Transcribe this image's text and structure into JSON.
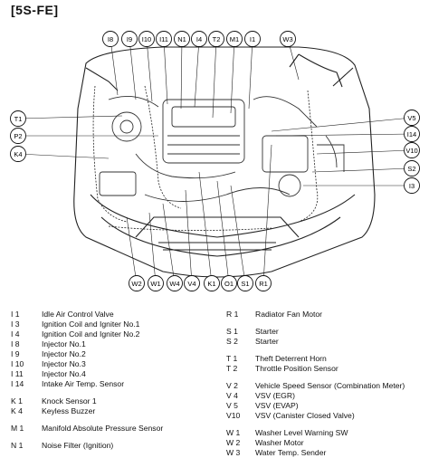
{
  "title": "[5S-FE]",
  "callouts_top": [
    "I8",
    "I9",
    "I10",
    "I11",
    "N1",
    "I4",
    "T2",
    "M1",
    "I1",
    "W3"
  ],
  "callouts_left": [
    "T1",
    "P2",
    "K4"
  ],
  "callouts_right": [
    "V5",
    "I14",
    "V10",
    "S2",
    "I3"
  ],
  "callouts_bottom": [
    "W2",
    "W1",
    "W4",
    "V4",
    "K1",
    "O1",
    "S1",
    "R1"
  ],
  "legend_left": [
    {
      "code": "I  1",
      "desc": "Idle Air Control Valve"
    },
    {
      "code": "I  3",
      "desc": "Ignition Coil and Igniter No.1"
    },
    {
      "code": "I  4",
      "desc": "Ignition Coil and Igniter No.2"
    },
    {
      "code": "I  8",
      "desc": "Injector No.1"
    },
    {
      "code": "I  9",
      "desc": "Injector No.2"
    },
    {
      "code": "I 10",
      "desc": "Injector No.3"
    },
    {
      "code": "I 11",
      "desc": "Injector No.4"
    },
    {
      "code": "I 14",
      "desc": "Intake Air Temp. Sensor"
    },
    {
      "gap": true
    },
    {
      "code": "K  1",
      "desc": "Knock Sensor 1"
    },
    {
      "code": "K  4",
      "desc": "Keyless Buzzer"
    },
    {
      "gap": true
    },
    {
      "code": "M  1",
      "desc": "Manifold Absolute Pressure Sensor"
    },
    {
      "gap": true
    },
    {
      "code": "N  1",
      "desc": "Noise Filter (Ignition)"
    }
  ],
  "legend_right": [
    {
      "code": "R  1",
      "desc": "Radiator Fan Motor"
    },
    {
      "gap": true
    },
    {
      "code": "S  1",
      "desc": "Starter"
    },
    {
      "code": "S  2",
      "desc": "Starter"
    },
    {
      "gap": true
    },
    {
      "code": "T  1",
      "desc": "Theft Deterrent Horn"
    },
    {
      "code": "T  2",
      "desc": "Throttle Position Sensor"
    },
    {
      "gap": true
    },
    {
      "code": "V  2",
      "desc": "Vehicle Speed Sensor (Combination Meter)"
    },
    {
      "code": "V  4",
      "desc": "VSV (EGR)"
    },
    {
      "code": "V  5",
      "desc": "VSV (EVAP)"
    },
    {
      "code": "V10",
      "desc": "VSV (Canister Closed Valve)"
    },
    {
      "gap": true
    },
    {
      "code": "W  1",
      "desc": "Washer Level Warning SW"
    },
    {
      "code": "W  2",
      "desc": "Washer Motor"
    },
    {
      "code": "W  3",
      "desc": "Water Temp. Sender"
    }
  ]
}
